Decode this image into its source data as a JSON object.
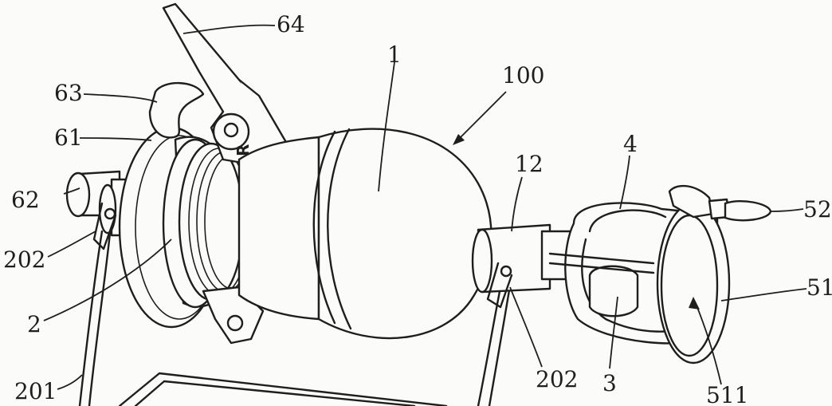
{
  "labels": {
    "l64": "64",
    "l63": "63",
    "l61": "61",
    "l62": "62",
    "l202a": "202",
    "l2": "2",
    "l201": "201",
    "l1": "1",
    "l100": "100",
    "l12": "12",
    "l4": "4",
    "l52": "52",
    "l51": "51",
    "l202b": "202",
    "l3": "3",
    "l511": "511"
  },
  "mark_r": "R"
}
